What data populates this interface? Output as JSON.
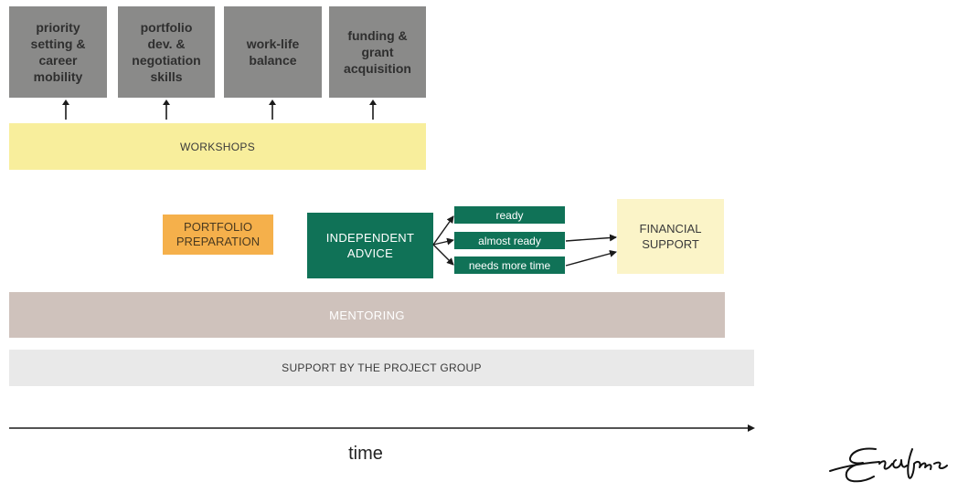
{
  "topics": [
    {
      "lines": [
        "priority",
        "setting &",
        "career",
        "mobility"
      ]
    },
    {
      "lines": [
        "portfolio",
        "dev. &",
        "negotiation",
        "skills"
      ]
    },
    {
      "lines": [
        "work-life",
        "balance"
      ]
    },
    {
      "lines": [
        "funding &",
        "grant",
        "acquisition"
      ]
    }
  ],
  "workshops": {
    "label": "WORKSHOPS"
  },
  "portfolio": {
    "line1": "PORTFOLIO",
    "line2": "PREPARATION"
  },
  "independent": {
    "line1": "INDEPENDENT",
    "line2": "ADVICE"
  },
  "outcomes": [
    "ready",
    "almost ready",
    "needs more time"
  ],
  "financial": {
    "line1": "FINANCIAL",
    "line2": "SUPPORT"
  },
  "mentoring": {
    "label": "MENTORING"
  },
  "support": {
    "label": "SUPPORT BY THE PROJECT GROUP"
  },
  "timeline": {
    "label": "time"
  },
  "logo": {
    "text": "Erasmus"
  },
  "colors": {
    "topic": "#8a8a89",
    "workshops": "#f8ee9c",
    "portfolio": "#f5b04b",
    "green": "#107257",
    "financial": "#fbf4c8",
    "mentoring": "#cfc2bc",
    "support": "#e9e9e9"
  }
}
